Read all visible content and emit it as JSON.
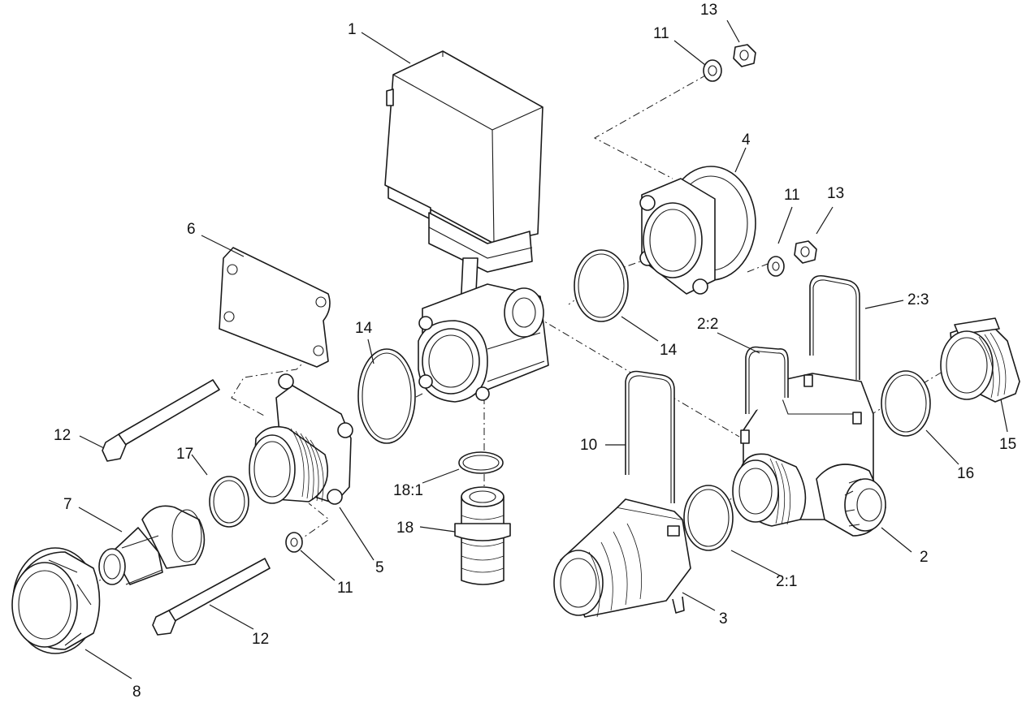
{
  "diagram": {
    "callouts": [
      {
        "id": "c1",
        "text": "1"
      },
      {
        "id": "c2",
        "text": "2"
      },
      {
        "id": "c2_1",
        "text": "2:1"
      },
      {
        "id": "c2_2",
        "text": "2:2"
      },
      {
        "id": "c2_3",
        "text": "2:3"
      },
      {
        "id": "c3",
        "text": "3"
      },
      {
        "id": "c4",
        "text": "4"
      },
      {
        "id": "c5",
        "text": "5"
      },
      {
        "id": "c6",
        "text": "6"
      },
      {
        "id": "c7",
        "text": "7"
      },
      {
        "id": "c8",
        "text": "8"
      },
      {
        "id": "c10",
        "text": "10"
      },
      {
        "id": "c11a",
        "text": "11"
      },
      {
        "id": "c11b",
        "text": "11"
      },
      {
        "id": "c11c",
        "text": "11"
      },
      {
        "id": "c12a",
        "text": "12"
      },
      {
        "id": "c12b",
        "text": "12"
      },
      {
        "id": "c13a",
        "text": "13"
      },
      {
        "id": "c13b",
        "text": "13"
      },
      {
        "id": "c14a",
        "text": "14"
      },
      {
        "id": "c14b",
        "text": "14"
      },
      {
        "id": "c15",
        "text": "15"
      },
      {
        "id": "c16",
        "text": "16"
      },
      {
        "id": "c17",
        "text": "17"
      },
      {
        "id": "c18",
        "text": "18"
      },
      {
        "id": "c18_1",
        "text": "18:1"
      }
    ]
  }
}
